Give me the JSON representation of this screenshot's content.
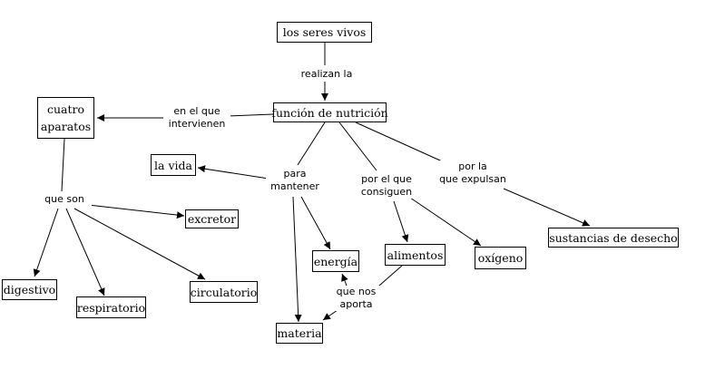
{
  "nodes": {
    "seres_vivos": "los  seres  vivos",
    "funcion_nutricion": "función de nutrición",
    "cuatro_aparatos": [
      "cuatro",
      "aparatos"
    ],
    "la_vida": "la vida",
    "excretor": "excretor",
    "digestivo": "digestivo",
    "respiratorio": "respiratorio",
    "circulatorio": "circulatorio",
    "energia": "energía",
    "materia": "materia",
    "alimentos": "alimentos",
    "oxigeno": "oxígeno",
    "sustancias_desecho": "sustancias de desecho"
  },
  "links": {
    "realizan_la": "realizan  la",
    "en_el_que_intervienen": [
      "en  el  que",
      "intervienen"
    ],
    "para_mantener": [
      "para",
      "mantener"
    ],
    "por_el_que_consiguen": [
      "por  el  que",
      "consiguen"
    ],
    "por_la_que_expulsan": [
      "por la",
      "que expulsan"
    ],
    "que_son": "que  son",
    "que_nos_aporta": [
      "que nos",
      "aporta"
    ]
  }
}
